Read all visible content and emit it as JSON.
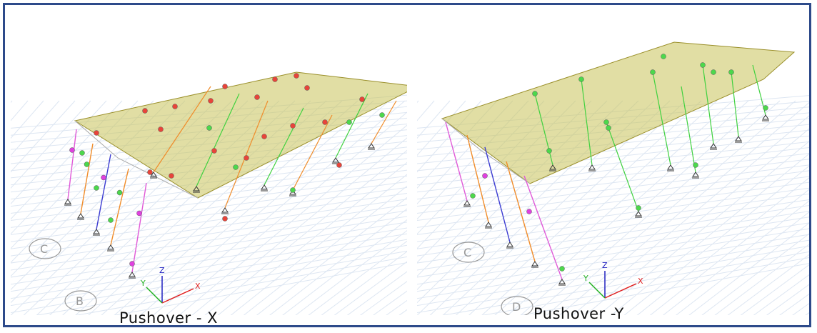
{
  "figure": {
    "panels": [
      {
        "caption": "Pushover - X",
        "axes": {
          "z": "Z",
          "y": "Y",
          "x": "X"
        },
        "grid_bubbles": [
          "C",
          "B"
        ]
      },
      {
        "caption": "Pushover -Y",
        "axes": {
          "z": "Z",
          "y": "Y",
          "x": "X"
        },
        "grid_bubbles": [
          "C",
          "D"
        ]
      }
    ]
  },
  "colors": {
    "roof": "#c9c25a",
    "frame_border": "#2d4a8a",
    "hinge_red": "#e8443a",
    "hinge_green": "#4cd84c",
    "hinge_magenta": "#e040e0",
    "member_green": "#3fd13f",
    "member_orange": "#f08c2a",
    "member_blue": "#3b3bd1",
    "member_magenta": "#e05ad8",
    "grid": "#dde6f2",
    "axis_x": "#e02020",
    "axis_y": "#20b020",
    "axis_z": "#2020c0"
  }
}
